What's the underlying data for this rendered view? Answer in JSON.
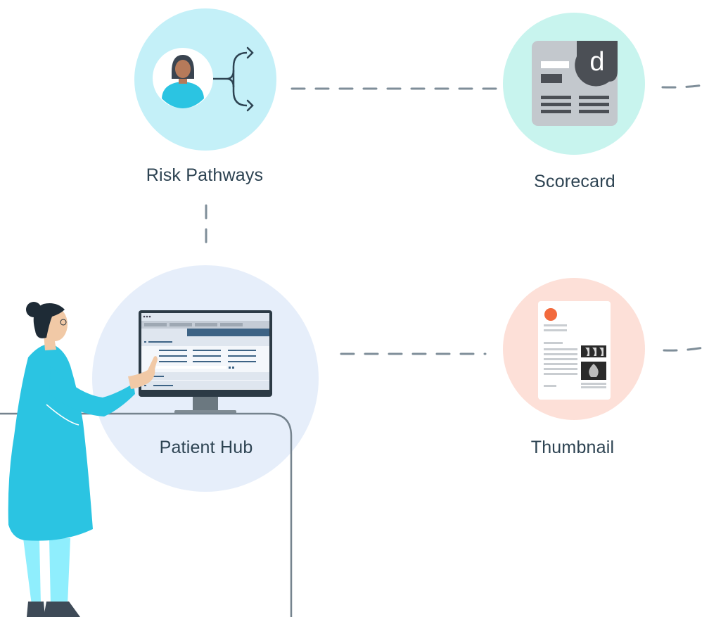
{
  "nodes": {
    "risk_pathways": {
      "label": "Risk Pathways",
      "icon": "patient-branch-icon",
      "circle_color": "#c4f0f8"
    },
    "scorecard": {
      "label": "Scorecard",
      "icon": "scorecard-document-icon",
      "badge_letter": "d",
      "circle_color": "#c8f4ee"
    },
    "patient_hub": {
      "label": "Patient Hub",
      "icon": "monitor-icon",
      "circle_color": "#e6eefa"
    },
    "thumbnail": {
      "label": "Thumbnail",
      "icon": "report-thumbnail-icon",
      "circle_color": "#fde0d8"
    }
  },
  "connector_color": "#7f8e99",
  "accent_colors": {
    "coat": "#2bc4e2",
    "pants": "#8feefd",
    "hair": "#1e2b36",
    "dot": "#f26a3d"
  }
}
